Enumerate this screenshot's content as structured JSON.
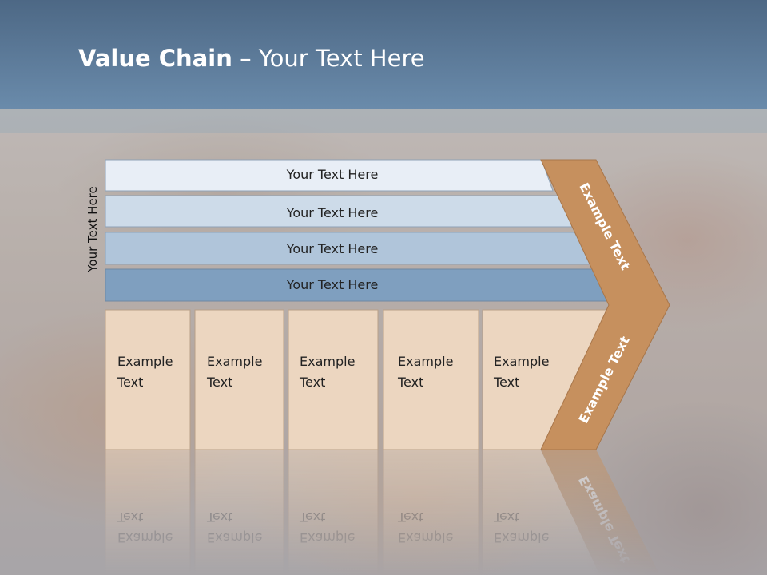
{
  "title": {
    "bold": "Value Chain",
    "rest": " – Your Text Here"
  },
  "side_label": "Your Text Here",
  "support_rows": [
    {
      "label": "Your Text Here",
      "color": "#e8eef6"
    },
    {
      "label": "Your Text Here",
      "color": "#cddbe9"
    },
    {
      "label": "Your Text Here",
      "color": "#b0c5da"
    },
    {
      "label": "Your Text Here",
      "color": "#7f9fbf"
    }
  ],
  "primary_boxes": [
    {
      "line1": "Example",
      "line2": "Text"
    },
    {
      "line1": "Example",
      "line2": "Text"
    },
    {
      "line1": "Example",
      "line2": "Text"
    },
    {
      "line1": "Example",
      "line2": "Text"
    },
    {
      "line1": "Example",
      "line2": "Text"
    }
  ],
  "chevron": {
    "upper_text": "Example Text",
    "lower_text": "Example Text",
    "color": "#c6905e"
  },
  "colors": {
    "header": "#5a7898",
    "box_fill": "#ecd6c0"
  }
}
